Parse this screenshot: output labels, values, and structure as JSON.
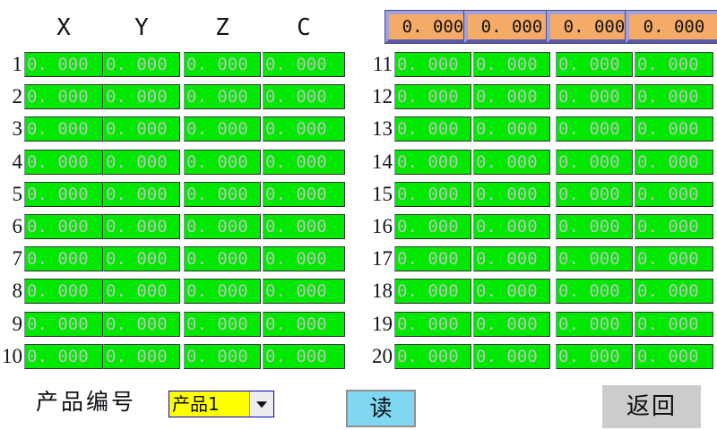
{
  "headers": {
    "columns": [
      "X",
      "Y",
      "Z",
      "C"
    ]
  },
  "top_readouts": [
    {
      "name": "readout-x",
      "value": "0. 000"
    },
    {
      "name": "readout-y",
      "value": "0. 000"
    },
    {
      "name": "readout-z",
      "value": "0. 000"
    },
    {
      "name": "readout-c",
      "value": "0. 000"
    }
  ],
  "left_table": {
    "row_labels": [
      "1",
      "2",
      "3",
      "4",
      "5",
      "6",
      "7",
      "8",
      "9",
      "10"
    ],
    "rows": [
      [
        "0. 000",
        "0. 000",
        "0. 000",
        "0. 000"
      ],
      [
        "0. 000",
        "0. 000",
        "0. 000",
        "0. 000"
      ],
      [
        "0. 000",
        "0. 000",
        "0. 000",
        "0. 000"
      ],
      [
        "0. 000",
        "0. 000",
        "0. 000",
        "0. 000"
      ],
      [
        "0. 000",
        "0. 000",
        "0. 000",
        "0. 000"
      ],
      [
        "0. 000",
        "0. 000",
        "0. 000",
        "0. 000"
      ],
      [
        "0. 000",
        "0. 000",
        "0. 000",
        "0. 000"
      ],
      [
        "0. 000",
        "0. 000",
        "0. 000",
        "0. 000"
      ],
      [
        "0. 000",
        "0. 000",
        "0. 000",
        "0. 000"
      ],
      [
        "0. 000",
        "0. 000",
        "0. 000",
        "0. 000"
      ]
    ]
  },
  "right_table": {
    "row_labels": [
      "11",
      "12",
      "13",
      "14",
      "15",
      "16",
      "17",
      "18",
      "19",
      "20"
    ],
    "rows": [
      [
        "0. 000",
        "0. 000",
        "0. 000",
        "0. 000"
      ],
      [
        "0. 000",
        "0. 000",
        "0. 000",
        "0. 000"
      ],
      [
        "0. 000",
        "0. 000",
        "0. 000",
        "0. 000"
      ],
      [
        "0. 000",
        "0. 000",
        "0. 000",
        "0. 000"
      ],
      [
        "0. 000",
        "0. 000",
        "0. 000",
        "0. 000"
      ],
      [
        "0. 000",
        "0. 000",
        "0. 000",
        "0. 000"
      ],
      [
        "0. 000",
        "0. 000",
        "0. 000",
        "0. 000"
      ],
      [
        "0. 000",
        "0. 000",
        "0. 000",
        "0. 000"
      ],
      [
        "0. 000",
        "0. 000",
        "0. 000",
        "0. 000"
      ],
      [
        "0. 000",
        "0. 000",
        "0. 000",
        "0. 000"
      ]
    ]
  },
  "footer": {
    "product_label": "产品编号",
    "product_select": {
      "value": "产品1",
      "options": [
        "产品1"
      ]
    },
    "read_button": "读",
    "back_button": "返回"
  },
  "colors": {
    "cell_green": "#00e800",
    "cell_text": "#b9c6bb",
    "readout_orange": "#f5ab68",
    "readout_border": "#6a6ab4",
    "combo_yellow": "#ffff00",
    "combo_border": "#0000c8",
    "read_button_blue": "#7fd7f2",
    "back_button_gray": "#cccccc",
    "background": "#ffffff"
  }
}
